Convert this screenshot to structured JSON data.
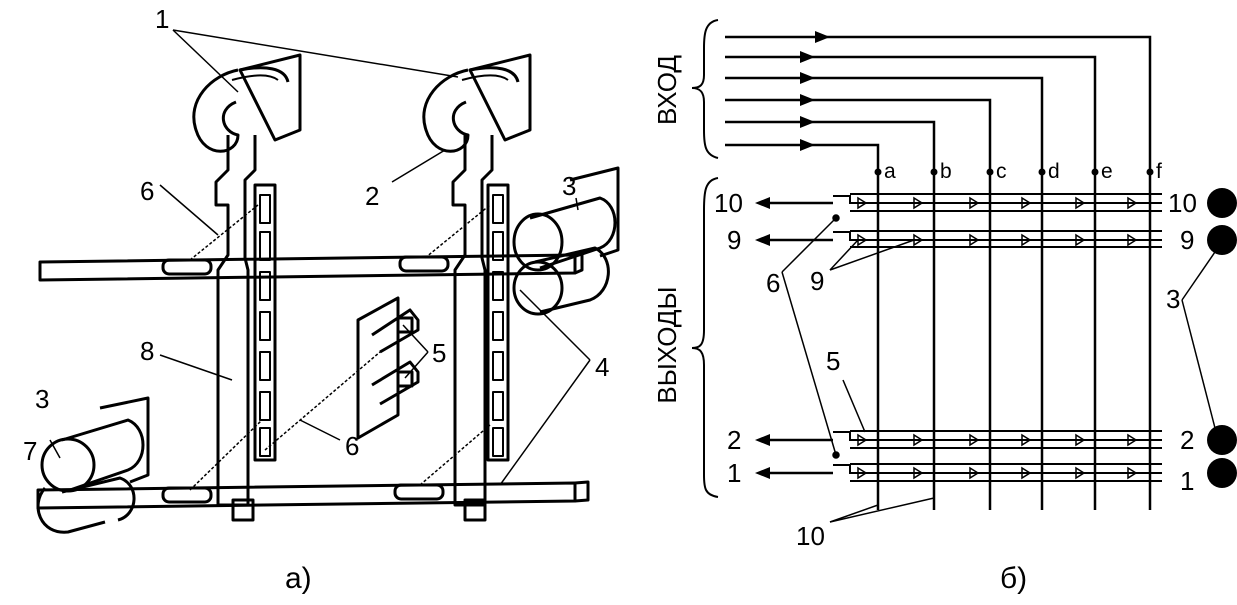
{
  "figure_a": {
    "caption": "а)",
    "callouts": [
      "1",
      "2",
      "3",
      "3",
      "4",
      "5",
      "6",
      "6",
      "7",
      "8"
    ]
  },
  "figure_b": {
    "caption": "б)",
    "input_label": "ВХОД",
    "outputs_label": "ВЫХОДЫ",
    "columns": [
      "a",
      "b",
      "c",
      "d",
      "e",
      "f"
    ],
    "rows_left": [
      "10",
      "9",
      "2",
      "1"
    ],
    "rows_right": [
      "10",
      "9",
      "2",
      "1"
    ],
    "callouts": [
      "6",
      "9",
      "5",
      "3",
      "10"
    ]
  }
}
